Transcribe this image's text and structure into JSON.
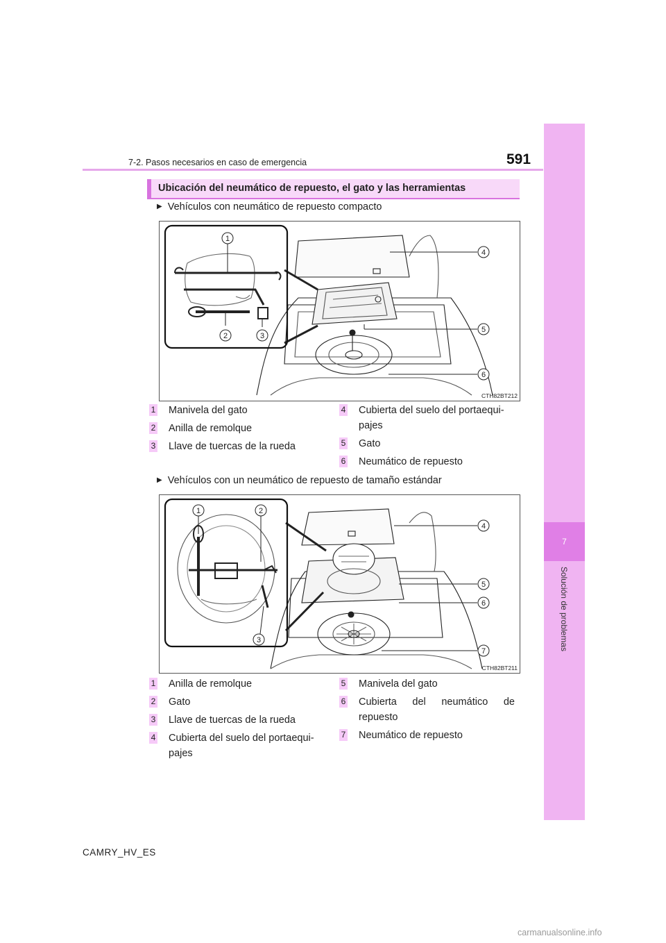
{
  "header": {
    "section": "7-2. Pasos necesarios en caso de emergencia",
    "page_number": "591"
  },
  "side_tab": {
    "chapter_number": "7",
    "chapter_title": "Solución de problemas"
  },
  "topic": {
    "title": "Ubicación del neumático de repuesto, el gato y las herramientas"
  },
  "sections": [
    {
      "bullet": "Vehículos con neumático de repuesto compacto",
      "figure_code": "CTH82BT212",
      "callouts": [
        "1",
        "2",
        "3",
        "4",
        "5",
        "6"
      ],
      "legend_left": [
        {
          "num": "1",
          "text": "Manivela del gato"
        },
        {
          "num": "2",
          "text": "Anilla de remolque"
        },
        {
          "num": "3",
          "text": "Llave de tuercas de la rueda"
        }
      ],
      "legend_right": [
        {
          "num": "4",
          "text": "Cubierta del suelo del portaequi-",
          "text2": "pajes"
        },
        {
          "num": "5",
          "text": "Gato"
        },
        {
          "num": "6",
          "text": "Neumático de repuesto"
        }
      ]
    },
    {
      "bullet": "Vehículos con un neumático de repuesto de tamaño estándar",
      "figure_code": "CTH82BT211",
      "callouts": [
        "1",
        "2",
        "3",
        "4",
        "5",
        "6",
        "7"
      ],
      "legend_left": [
        {
          "num": "1",
          "text": "Anilla de remolque"
        },
        {
          "num": "2",
          "text": "Gato"
        },
        {
          "num": "3",
          "text": "Llave de tuercas de la rueda"
        },
        {
          "num": "4",
          "text": "Cubierta del suelo del portaequi-",
          "text2": "pajes"
        }
      ],
      "legend_right": [
        {
          "num": "5",
          "text": "Manivela del gato"
        },
        {
          "num": "6",
          "text": "Cubierta del neumático de",
          "text2": "repuesto"
        },
        {
          "num": "7",
          "text": "Neumático de repuesto"
        }
      ]
    }
  ],
  "footer": {
    "model": "CAMRY_HV_ES",
    "watermark": "carmanualsonline.info"
  }
}
